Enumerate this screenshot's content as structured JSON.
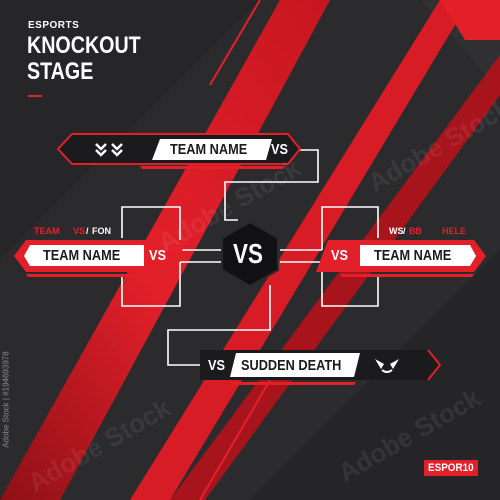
{
  "header": {
    "eyebrow": "ESPORTS",
    "title_line1": "KNOCKOUT",
    "title_line2": "STAGE"
  },
  "top_match": {
    "team": "TEAM NAME",
    "vs": "VS",
    "chevrons": "chevrons-down-icon"
  },
  "left_match": {
    "tag_team": "TEAM",
    "tag_vs": "VS",
    "tag_sep": "/",
    "tag_code": "FON",
    "team": "TEAM NAME",
    "vs": "VS"
  },
  "right_match": {
    "tag_ws": "WS",
    "tag_sep": "/",
    "tag_code": "BB",
    "tag_name": "HELE",
    "team": "TEAM NAME",
    "vs": "VS"
  },
  "center": {
    "vs": "VS"
  },
  "bottom_match": {
    "vs": "VS",
    "label": "SUDDEN DEATH",
    "mascot": "mascot-icon"
  },
  "footer": {
    "badge": "ESPOR10",
    "watermark": "Adobe Stock",
    "side_id": "Adobe Stock | #194693978"
  },
  "colors": {
    "background": "#2b2b2d",
    "accent": "#e3202a",
    "dark_red": "#a8141b",
    "panel": "#1c1c1e",
    "text": "#ffffff"
  }
}
